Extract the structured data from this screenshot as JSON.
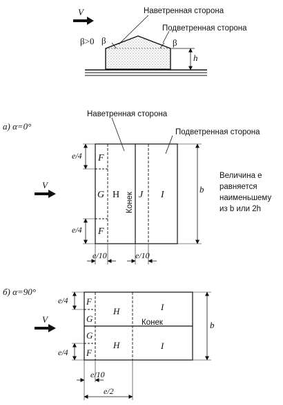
{
  "top_view": {
    "wind_label": "V",
    "beta_condition": "β>0",
    "windward_label": "Наветренная сторона",
    "leeward_label": "Подветренная сторона",
    "beta_left": "β",
    "beta_right": "β",
    "height_label": "h"
  },
  "section_a": {
    "title": "а) α=0°",
    "windward_label": "Наветренная сторона",
    "leeward_label": "Подветренная сторона",
    "wind_label": "V",
    "zone_F_top": "F",
    "zone_G": "G",
    "zone_H": "H",
    "ridge_label": "Конек",
    "zone_J": "J",
    "zone_I": "I",
    "zone_F_bottom": "F",
    "dim_e4_top": "e/4",
    "dim_e4_bottom": "e/4",
    "dim_e10_left": "e/10",
    "dim_e10_right": "e/10",
    "dim_b": "b",
    "note_line1": "Величина e",
    "note_line2": "равняется",
    "note_line3": "наименьшему",
    "note_line4": "из b или 2h"
  },
  "section_b": {
    "title": "б) α=90°",
    "wind_label": "V",
    "zone_F_1": "F",
    "zone_G_1": "G",
    "zone_H_top": "H",
    "zone_I_top": "I",
    "ridge_label": "Конек",
    "zone_G_2": "G",
    "zone_H_bottom": "H",
    "zone_I_bottom": "I",
    "zone_F_2": "F",
    "dim_e4_top": "e/4",
    "dim_e4_bottom": "e/4",
    "dim_e10": "e/10",
    "dim_e2": "e/2",
    "dim_b": "b"
  },
  "colors": {
    "ink": "#111111",
    "stipple": "#555555"
  }
}
